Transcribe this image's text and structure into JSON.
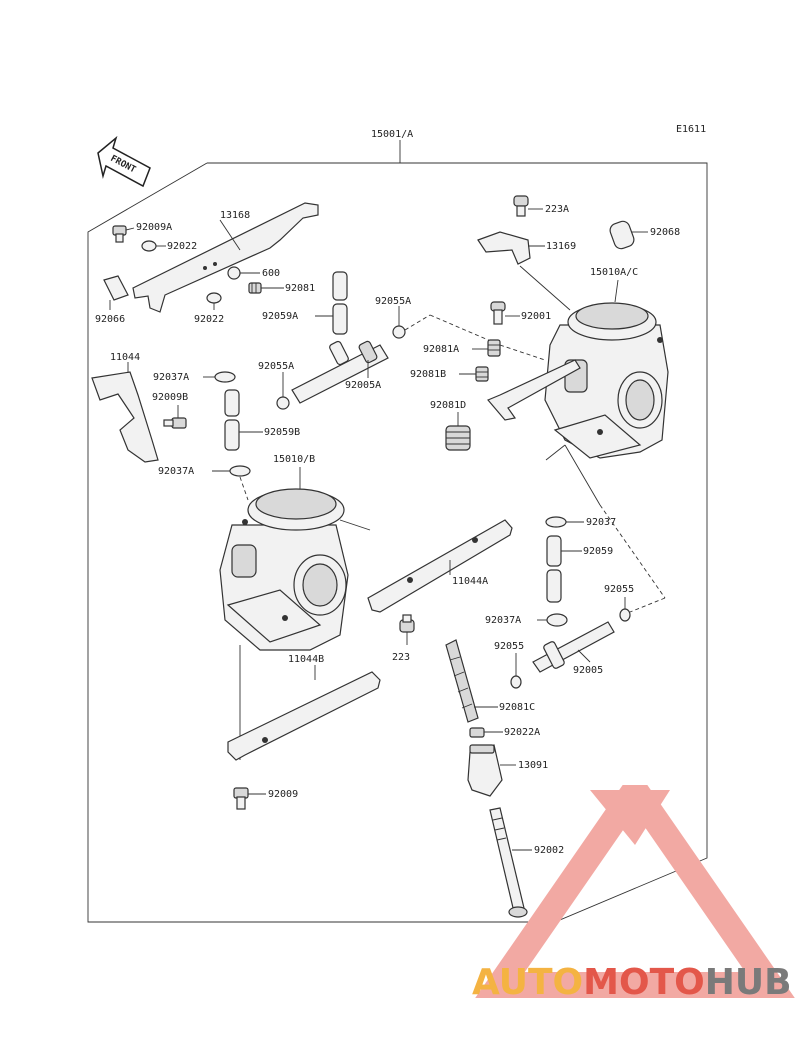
{
  "diagram": {
    "code": "E1611",
    "front_label": "FRONT",
    "assembly_label": "15001/A",
    "labels": {
      "p13168": "13168",
      "p92009A": "92009A",
      "p92022a": "92022",
      "p600": "600",
      "p92081": "92081",
      "p92066": "92066",
      "p92022b": "92022",
      "p92059A": "92059A",
      "p92055A_top": "92055A",
      "p92001": "92001",
      "p223A": "223A",
      "p13169": "13169",
      "p92068": "92068",
      "p15010AC": "15010A/C",
      "p11044": "11044",
      "p92037A_top": "92037A",
      "p92009B": "92009B",
      "p92055A_left": "92055A",
      "p92005A": "92005A",
      "p92081A": "92081A",
      "p92081B": "92081B",
      "p92081D": "92081D",
      "p92059B": "92059B",
      "p92037A_mid": "92037A",
      "p15010B": "15010/B",
      "p92037": "92037",
      "p92059": "92059",
      "p11044A": "11044A",
      "p92055": "92055",
      "p92037A_low": "92037A",
      "p92055_low": "92055",
      "p223": "223",
      "p92005": "92005",
      "p11044B": "11044B",
      "p92081C": "92081C",
      "p92022A": "92022A",
      "p13091": "13091",
      "p92009": "92009",
      "p92002": "92002"
    }
  },
  "watermark": {
    "part_a": "AUTO",
    "part_b": "MOTO",
    "part_c": "HUB",
    "colors": {
      "auto": "#f4b342",
      "moto": "#e3574a",
      "hub": "#7a7a7a",
      "triangle": "#f2a9a3"
    }
  }
}
